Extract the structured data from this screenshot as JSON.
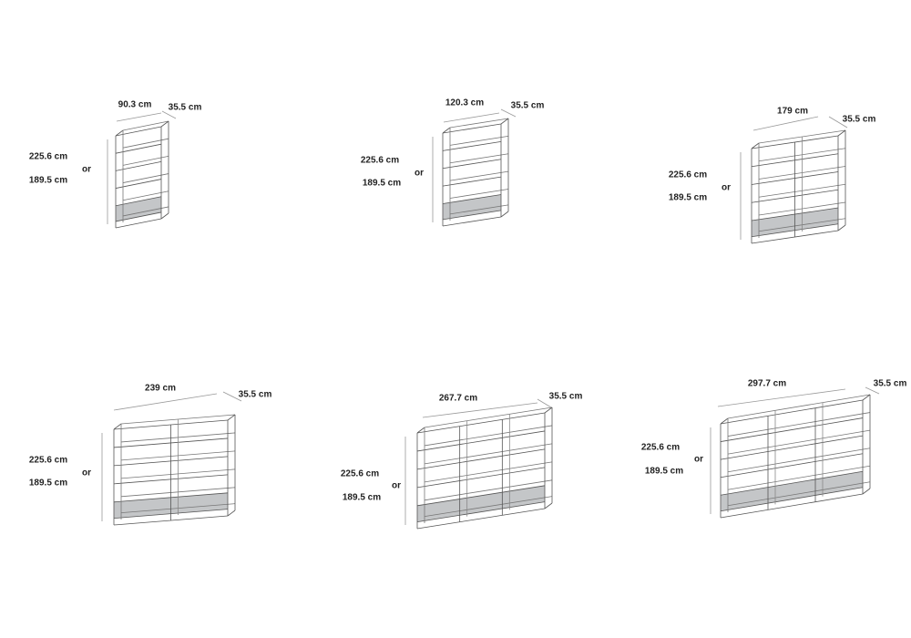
{
  "or_label": "or",
  "units": [
    {
      "width": "90.3 cm",
      "depth": "35.5 cm",
      "height_tall": "225.6 cm",
      "height_short": "189.5 cm"
    },
    {
      "width": "120.3 cm",
      "depth": "35.5 cm",
      "height_tall": "225.6 cm",
      "height_short": "189.5 cm"
    },
    {
      "width": "179 cm",
      "depth": "35.5 cm",
      "height_tall": "225.6 cm",
      "height_short": "189.5 cm"
    },
    {
      "width": "239 cm",
      "depth": "35.5 cm",
      "height_tall": "225.6 cm",
      "height_short": "189.5 cm"
    },
    {
      "width": "267.7 cm",
      "depth": "35.5 cm",
      "height_tall": "225.6 cm",
      "height_short": "189.5 cm"
    },
    {
      "width": "297.7 cm",
      "depth": "35.5 cm",
      "height_tall": "225.6 cm",
      "height_short": "189.5 cm"
    }
  ]
}
